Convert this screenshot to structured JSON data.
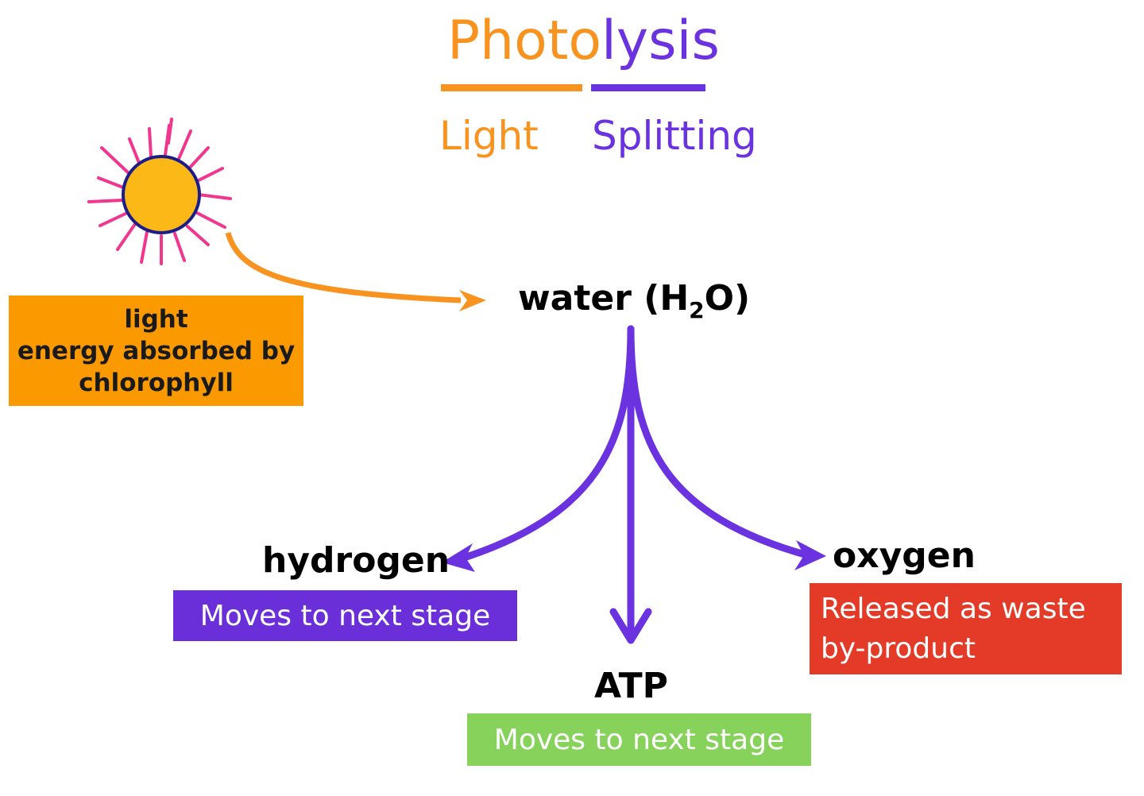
{
  "title": {
    "part1": "Photo",
    "part2": "lysis"
  },
  "labels": {
    "light": "Light",
    "splitting": "Splitting"
  },
  "light_box": {
    "line1": "light",
    "line2": "energy absorbed by",
    "line3": "chlorophyll"
  },
  "water": {
    "prefix": "water (H",
    "subscript": "2",
    "suffix": "O)"
  },
  "products": {
    "hydrogen": {
      "label": "hydrogen",
      "note": "Moves to next stage"
    },
    "atp": {
      "label": "ATP",
      "note": "Moves to next stage"
    },
    "oxygen": {
      "label": "oxygen",
      "note_line1": "Released as waste",
      "note_line2": "by-product"
    }
  },
  "colors": {
    "orange": "#f7931e",
    "purple": "#6b33e0",
    "box_orange": "#fb9a00",
    "box_purple": "#6a2fd9",
    "box_green": "#86d25a",
    "box_red": "#e33b27",
    "sun_ray": "#f0368f",
    "sun_fill": "#fbb817",
    "sun_stroke": "#1d1d8a"
  }
}
